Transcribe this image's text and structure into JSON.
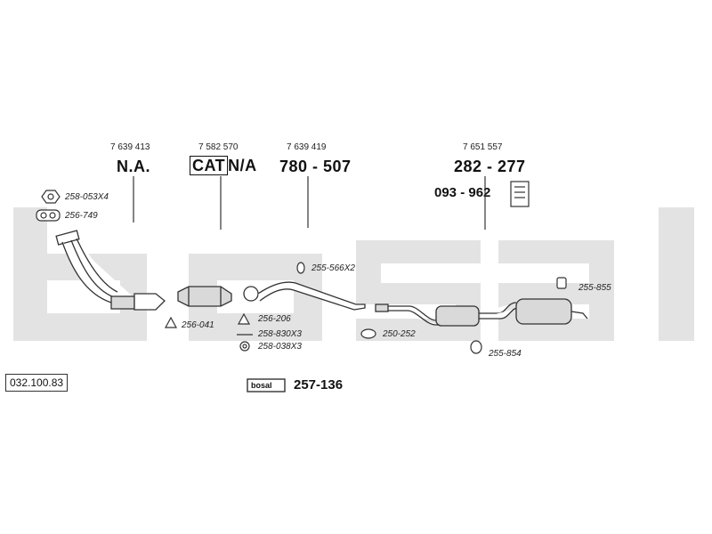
{
  "diagram_id": "032.100.83",
  "columns": [
    {
      "ref": "7 639 413",
      "part": "N.A."
    },
    {
      "ref": "7 582 570",
      "part_boxed": "CAT",
      "part": "N/A"
    },
    {
      "ref": "7 639 419",
      "part": "780 - 507"
    },
    {
      "ref": "7 651 557",
      "part": "282 - 277",
      "sub_part": "093 - 962"
    }
  ],
  "callouts": {
    "nut": "258-053X4",
    "gasket_front": "256-749",
    "gasket_cat": "256-041",
    "clamp_mid": "255-566X2",
    "spring": "256-206",
    "bolt": "258-830X3",
    "washer": "258-038X3",
    "clamp_rear": "250-252",
    "hanger_top": "255-855",
    "hanger_bottom": "255-854"
  },
  "kit": {
    "logo": "bosal",
    "part": "257-136"
  },
  "watermark": "bosal",
  "colors": {
    "watermark": "#e3e3e3",
    "line": "#333333",
    "part_fill": "#d9d9d9"
  }
}
